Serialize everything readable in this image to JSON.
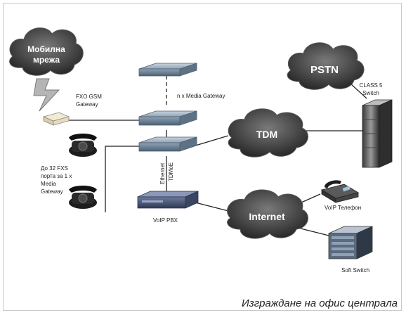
{
  "clouds": {
    "mobile": [
      "Мобилна",
      "мрежа"
    ],
    "pstn": "PSTN",
    "tdm": "TDM",
    "internet": "Internet"
  },
  "labels": {
    "fxo_gsm": [
      "FXO GSM",
      "Gateway"
    ],
    "n_media_gateway": "n x Media Gateway",
    "class5": [
      "CLASS 5",
      "Switch"
    ],
    "fxs_ports": [
      "До 32 FXS",
      "порта за 1 x",
      "Media",
      "Gateway"
    ],
    "ethernet": "Ethernet",
    "tdmoe": "TDMoE",
    "voip_pbx": "VoIP PBX",
    "voip_phone": "VoIP Телефон",
    "soft_switch": "Soft Switch"
  },
  "caption": "Изграждане на офис централа"
}
